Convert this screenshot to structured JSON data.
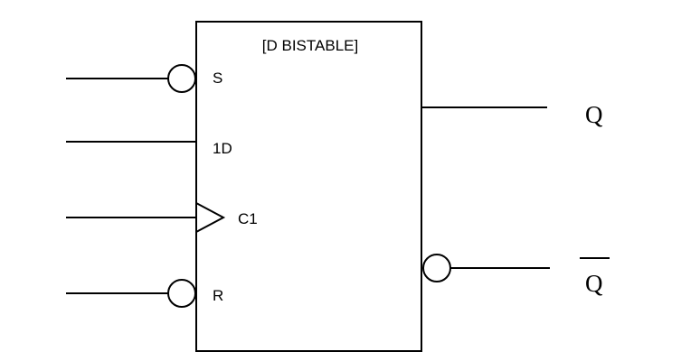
{
  "block": {
    "title": "[D BISTABLE]"
  },
  "inputs": {
    "set_label": "S",
    "data_label": "1D",
    "clock_label": "C1",
    "reset_label": "R"
  },
  "outputs": {
    "q_label": "Q",
    "q_bar_label": "Q"
  },
  "colors": {
    "stroke": "#000000",
    "background": "#ffffff"
  }
}
